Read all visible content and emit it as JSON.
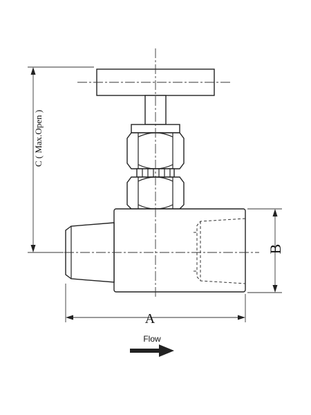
{
  "dimensions": {
    "a_label": "A",
    "b_label": "B",
    "c_label": "C ( Max.Open )"
  },
  "flow": {
    "label": "Flow"
  }
}
